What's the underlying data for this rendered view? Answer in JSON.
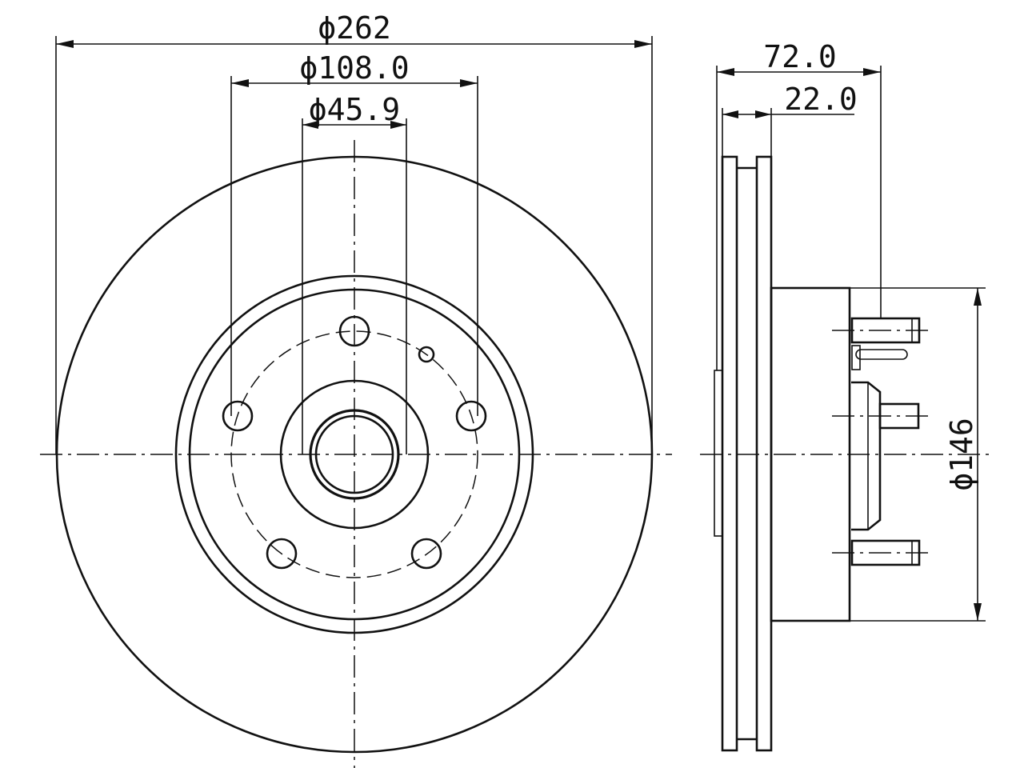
{
  "dimensions": {
    "outer_diameter": "ϕ262",
    "bolt_circle": "ϕ108.0",
    "center_bore": "ϕ45.9",
    "total_height": "72.0",
    "disc_thickness": "22.0",
    "hub_diameter": "ϕ146"
  },
  "colors": {
    "line": "#111111",
    "background": "#ffffff"
  }
}
